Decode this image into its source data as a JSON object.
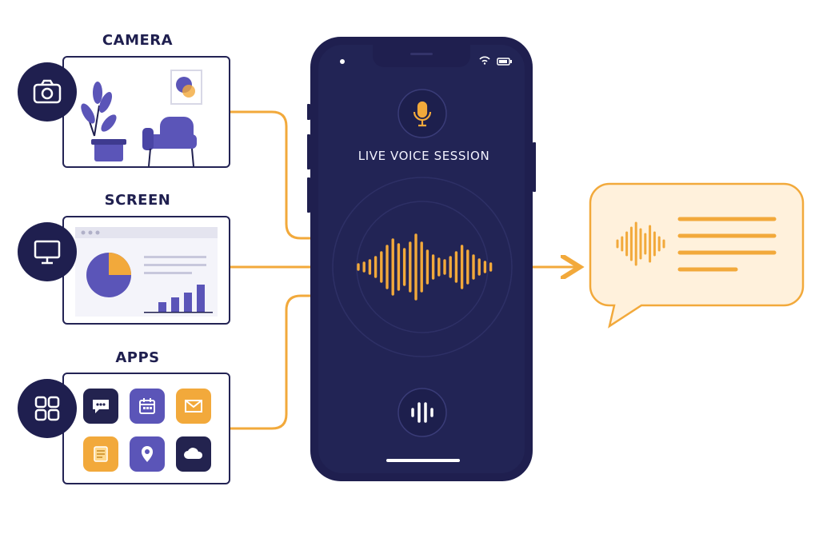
{
  "sources": {
    "camera": {
      "title": "CAMERA",
      "icon": "camera-icon"
    },
    "screen": {
      "title": "SCREEN",
      "icon": "monitor-icon"
    },
    "apps": {
      "title": "APPS",
      "icon": "apps-grid-icon",
      "tiles": [
        {
          "icon": "chat-icon",
          "color": "#23234f"
        },
        {
          "icon": "calendar-icon",
          "color": "#5b55b8"
        },
        {
          "icon": "mail-icon",
          "color": "#f2a93b"
        },
        {
          "icon": "notes-icon",
          "color": "#f2a93b"
        },
        {
          "icon": "location-icon",
          "color": "#5b55b8"
        },
        {
          "icon": "cloud-icon",
          "color": "#23234f"
        }
      ]
    }
  },
  "phone": {
    "session_label": "LIVE VOICE SESSION",
    "mic_icon": "microphone-icon",
    "action_icon": "voice-bars-icon"
  },
  "output": {
    "icon": "speech-bubble-icon"
  },
  "colors": {
    "navy": "#1f1f4f",
    "phone_screen": "#222455",
    "accent_orange": "#f2a93b",
    "purple": "#5b55b8",
    "bubble_fill": "#fff1dc"
  }
}
